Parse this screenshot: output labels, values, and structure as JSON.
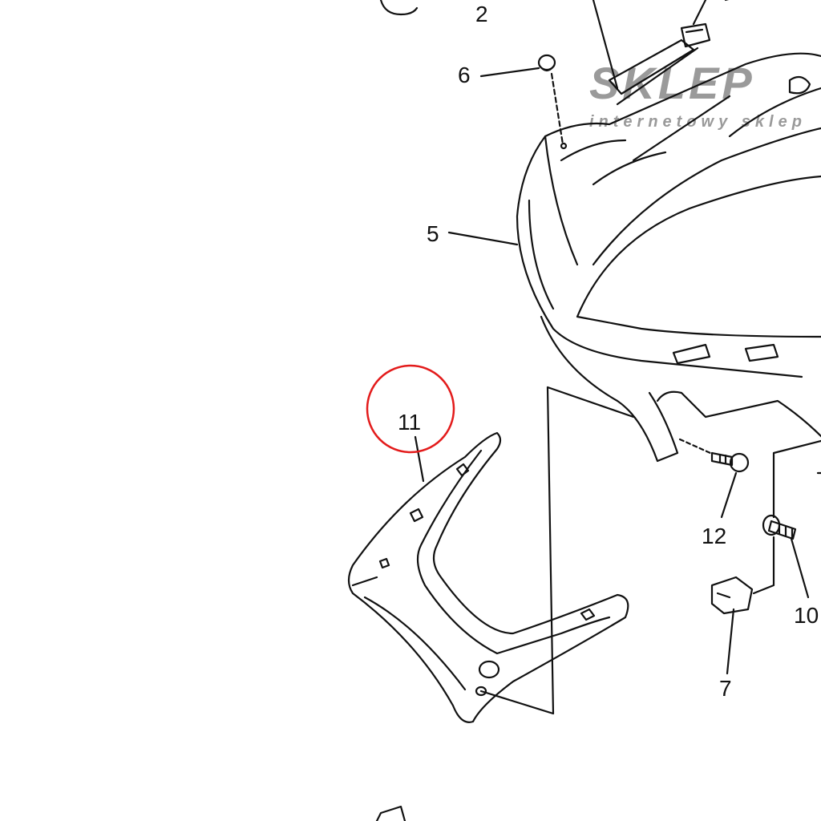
{
  "watermark": {
    "brand": "SKLEP",
    "tagline": "internetowy sklep"
  },
  "callouts": [
    {
      "id": "2",
      "label": "2"
    },
    {
      "id": "6",
      "label": "6"
    },
    {
      "id": "5",
      "label": "5"
    },
    {
      "id": "11",
      "label": "11",
      "highlighted": true
    },
    {
      "id": "12",
      "label": "12"
    },
    {
      "id": "10",
      "label": "10"
    },
    {
      "id": "7",
      "label": "7"
    }
  ],
  "highlight_color": "#e31b1b"
}
